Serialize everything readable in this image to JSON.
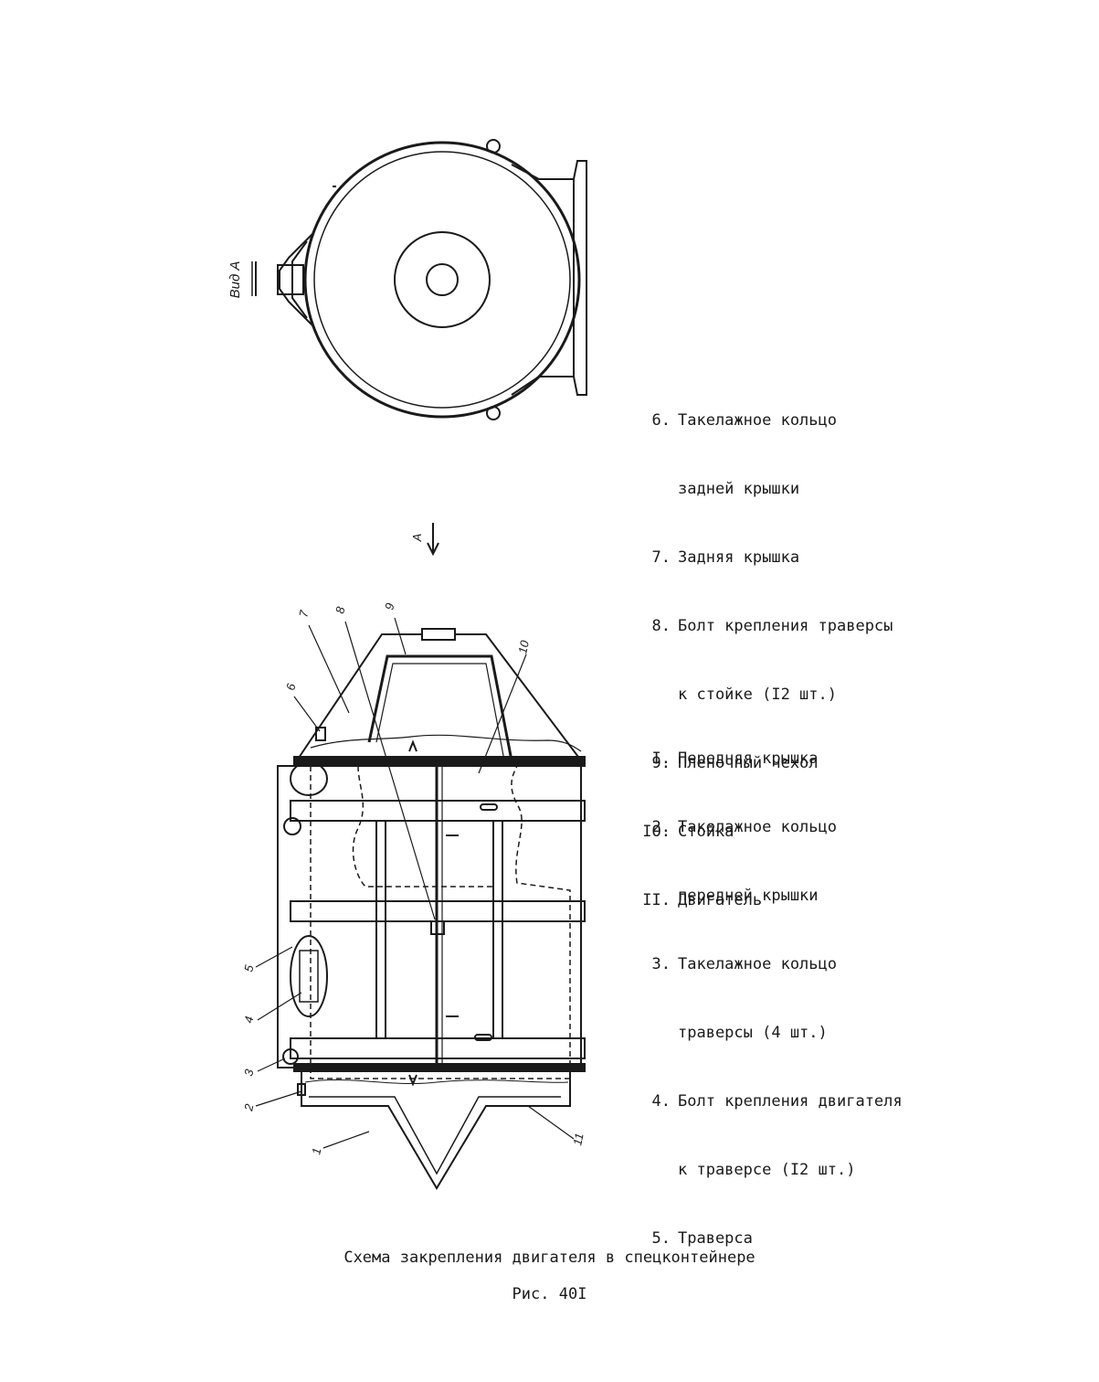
{
  "view_label": "Вид А",
  "arrow_label": "А",
  "callout_numbers": [
    "1",
    "2",
    "3",
    "4",
    "5",
    "6",
    "7",
    "8",
    "9",
    "10",
    "11"
  ],
  "legend_top": [
    {
      "num": "6.",
      "lines": [
        "Такелажное кольцо",
        "задней крышки"
      ]
    },
    {
      "num": "7.",
      "lines": [
        "Задняя крышка"
      ]
    },
    {
      "num": "8.",
      "lines": [
        "Болт крепления траверсы",
        "к стойке (I2 шт.)"
      ]
    },
    {
      "num": "9.",
      "lines": [
        "Пленочный чехол"
      ]
    },
    {
      "num": "IO.",
      "lines": [
        "Стойка"
      ]
    },
    {
      "num": "II.",
      "lines": [
        "Двигатель"
      ]
    }
  ],
  "legend_bottom": [
    {
      "num": "I.",
      "lines": [
        "Передняя крышка"
      ]
    },
    {
      "num": "2.",
      "lines": [
        "Такелажное кольцо",
        "передней крышки"
      ]
    },
    {
      "num": "3.",
      "lines": [
        "Такелажное кольцо",
        "траверсы (4 шт.)"
      ]
    },
    {
      "num": "4.",
      "lines": [
        "Болт крепления двигателя",
        "к траверсе (I2 шт.)"
      ]
    },
    {
      "num": "5.",
      "lines": [
        "Траверса"
      ]
    }
  ],
  "caption": "Схема закрепления двигателя в спецконтейнере",
  "figure_label": "Рис. 40I"
}
